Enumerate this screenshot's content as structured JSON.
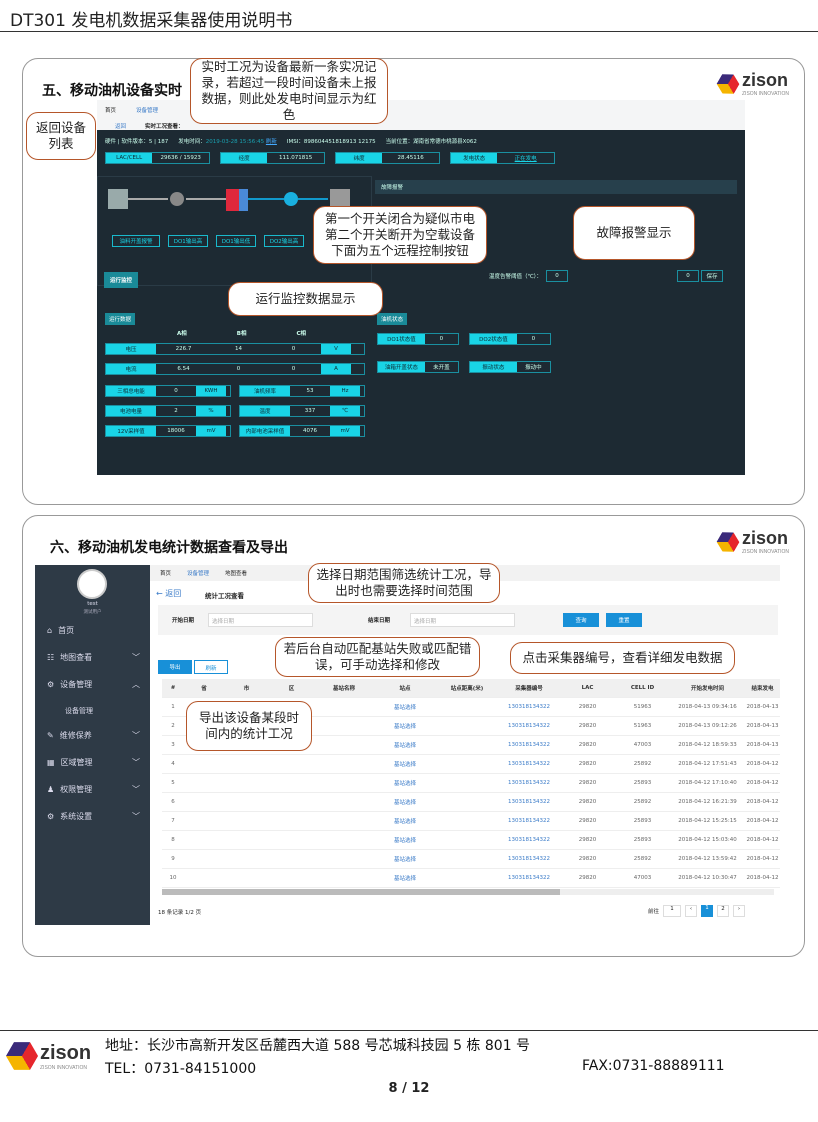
{
  "doc": {
    "title": "DT301 发电机数据采集器使用说明书",
    "page": "8 / 12"
  },
  "logo": {
    "name": "zison",
    "tagline": "ZISON INNOVATION"
  },
  "section5": {
    "heading": "五、移动油机设备实时",
    "tabs": [
      "首页",
      "设备管理"
    ],
    "back": "返回",
    "subtitle": "实时工况查看：",
    "info": {
      "hw": "硬件 | 软件版本：5 | 187",
      "time_label": "发电时间：",
      "time": "2019-03-28 15:56:45",
      "refresh": "刷新",
      "imsi": "IMSI：898604451818913 12175",
      "loc": "当前位置：湖南省常德市桃源县X062"
    },
    "badges": [
      [
        "LAC/CELL",
        "29636 / 15923"
      ],
      [
        "经度",
        "111.071815"
      ],
      [
        "纬度",
        "28.45116"
      ],
      [
        "发电状态",
        "正在发电"
      ]
    ],
    "fault_title": "故障报警",
    "controls": [
      "油料开盖报警",
      "DO1输出高",
      "DO1输出低",
      "DO2输出高"
    ],
    "threshold_label": "温度告警阈值（℃）：",
    "threshold": "0",
    "threshold2": "0",
    "save": "保存",
    "run_monitor": "运行监控",
    "run_data": "运行数据",
    "oil_status": "油机状态",
    "phases": [
      "A相",
      "B相",
      "C相"
    ],
    "rows3": [
      [
        "电压",
        "226.7",
        "14",
        "0",
        "V"
      ],
      [
        "电流",
        "6.54",
        "0",
        "0",
        "A"
      ]
    ],
    "rows2": [
      [
        "三相总电能",
        "0",
        "KWH",
        "油机频率",
        "53",
        "Hz"
      ],
      [
        "电池电量",
        "2",
        "%",
        "温度",
        "337",
        "℃"
      ],
      [
        "12V采样值",
        "18006",
        "mV",
        "内部电池采样值",
        "4076",
        "mV"
      ]
    ],
    "status": [
      [
        "DO1状态值",
        "0",
        "DO2状态值",
        "0"
      ],
      [
        "油箱开盖状态",
        "未开盖",
        "振动状态",
        "振动中"
      ]
    ]
  },
  "section6": {
    "heading": "六、移动油机发电统计数据查看及导出",
    "user": {
      "name": "test",
      "role": "测试用户"
    },
    "menu": [
      "首页",
      "地图查看",
      "设备管理",
      "设备管理",
      "维修保养",
      "区域管理",
      "权限管理",
      "系统设置"
    ],
    "tabs": [
      "首页",
      "设备管理",
      "地图查看"
    ],
    "back": "返回",
    "subtitle": "统计工况查看",
    "start_label": "开始日期",
    "end_label": "结束日期",
    "date_ph": "选择日期",
    "query": "查询",
    "reset": "重置",
    "export": "导出",
    "refresh": "刷新",
    "columns": [
      "#",
      "省",
      "市",
      "区",
      "基站名称",
      "站点",
      "站点距离(米)",
      "采集器编号",
      "LAC",
      "CELL ID",
      "开始发电时间",
      "结束发电"
    ],
    "rows": [
      [
        "1",
        "基站选择",
        "130318134322",
        "29820",
        "51963",
        "2018-04-13 09:34:16",
        "2018-04-13"
      ],
      [
        "2",
        "基站选择",
        "130318134322",
        "29820",
        "51963",
        "2018-04-13 09:12:26",
        "2018-04-13"
      ],
      [
        "3",
        "基站选择",
        "130318134322",
        "29820",
        "47003",
        "2018-04-12 18:59:33",
        "2018-04-13"
      ],
      [
        "4",
        "基站选择",
        "130318134322",
        "29820",
        "25892",
        "2018-04-12 17:51:43",
        "2018-04-12"
      ],
      [
        "5",
        "基站选择",
        "130318134322",
        "29820",
        "25893",
        "2018-04-12 17:10:40",
        "2018-04-12"
      ],
      [
        "6",
        "基站选择",
        "130318134322",
        "29820",
        "25892",
        "2018-04-12 16:21:39",
        "2018-04-12"
      ],
      [
        "7",
        "基站选择",
        "130318134322",
        "29820",
        "25893",
        "2018-04-12 15:25:15",
        "2018-04-12"
      ],
      [
        "8",
        "基站选择",
        "130318134322",
        "29820",
        "25893",
        "2018-04-12 15:03:40",
        "2018-04-12"
      ],
      [
        "9",
        "基站选择",
        "130318134322",
        "29820",
        "25892",
        "2018-04-12 13:59:42",
        "2018-04-12"
      ],
      [
        "10",
        "基站选择",
        "130318134322",
        "29820",
        "47003",
        "2018-04-12 10:30:47",
        "2018-04-12"
      ]
    ],
    "records": "18 条记录 1/2 页",
    "prev": "前往",
    "page_input": "1",
    "pages": [
      "1",
      "2"
    ]
  },
  "callouts": {
    "c1": "实时工况为设备最新一条实况记录，若超过一段时间设备未上报数据，则此处发电时间显示为红色",
    "c2": "返回设备列表",
    "c3": "第一个开关闭合为疑似市电第二个开关断开为空载设备下面为五个远程控制按钮",
    "c4": "故障报警显示",
    "c5": "运行监控数据显示",
    "c6": "选择日期范围筛选统计工况，导出时也需要选择时间范围",
    "c7": "若后台自动匹配基站失败或匹配错误，可手动选择和修改",
    "c8": "点击采集器编号，查看详细发电数据",
    "c9": "导出该设备某段时间内的统计工况"
  },
  "footer": {
    "address": "地址：长沙市高新开发区岳麓西大道 588 号芯城科技园 5 栋 801 号",
    "tel": "TEL：0731-84151000",
    "fax": "FAX:0731-88889111"
  }
}
